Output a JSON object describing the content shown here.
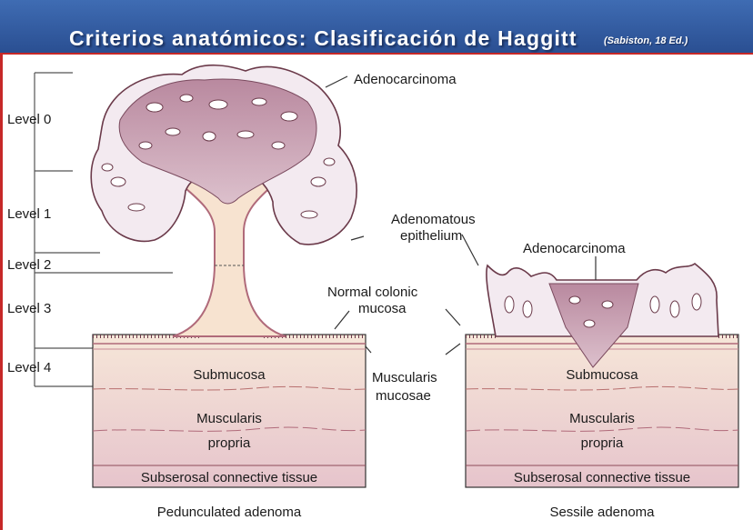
{
  "header": {
    "title": "Criterios anatómicos: Clasificación de Haggitt",
    "subtitle": "(Sabiston, 18 Ed.)"
  },
  "levels": [
    "Level 0",
    "Level 1",
    "Level 2",
    "Level 3",
    "Level 4"
  ],
  "labels": {
    "adenocarcinoma_left": "Adenocarcinoma",
    "adenomatous_1": "Adenomatous",
    "adenomatous_2": "epithelium",
    "adenocarcinoma_right": "Adenocarcinoma",
    "normal_1": "Normal colonic",
    "normal_2": "mucosa",
    "muscularis_1": "Muscularis",
    "muscularis_2": "mucosae"
  },
  "layers": {
    "submucosa": "Submucosa",
    "muscularis_1": "Muscularis",
    "muscularis_2": "propria",
    "subserosal": "Subserosal connective tissue"
  },
  "captions": {
    "left": "Pedunculated adenoma",
    "right": "Sessile adenoma"
  },
  "colors": {
    "header": "#2f5aa0",
    "frame": "#c62828",
    "tumor": "#c9a3b4",
    "stalk": "#f7e3d0",
    "layer_top": "#f6e6d8",
    "layer_bottom": "#e6c4cc"
  }
}
